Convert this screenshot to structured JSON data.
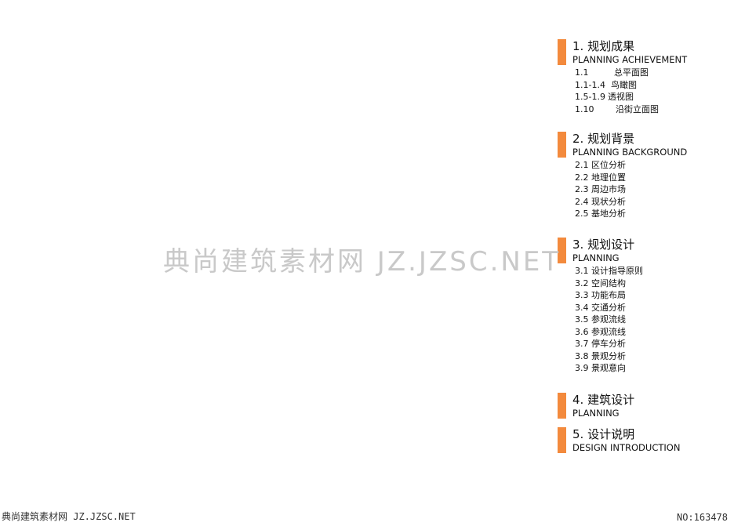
{
  "watermark": "典尚建筑素材网 JZ.JZSC.NET",
  "sections": [
    {
      "title": "1. 规划成果",
      "subtitle": "PLANNING ACHIEVEMENT",
      "items": [
        {
          "num": "1.1",
          "label": "总平面图"
        },
        {
          "num": "1.1-1.4",
          "label": "鸟瞰图"
        },
        {
          "num": "1.5-1.9",
          "label": "透视图"
        },
        {
          "num": "1.10",
          "label": "沿街立面图"
        }
      ]
    },
    {
      "title": "2. 规划背景",
      "subtitle": "PLANNING BACKGROUND",
      "items": [
        {
          "num": "2.1",
          "label": "区位分析"
        },
        {
          "num": "2.2",
          "label": "地理位置"
        },
        {
          "num": "2.3",
          "label": "周边市场"
        },
        {
          "num": "2.4",
          "label": "现状分析"
        },
        {
          "num": "2.5",
          "label": "基地分析"
        }
      ]
    },
    {
      "title": "3. 规划设计",
      "subtitle": "PLANNING",
      "items": [
        {
          "num": "3.1",
          "label": "设计指导原则"
        },
        {
          "num": "3.2",
          "label": "空间结构"
        },
        {
          "num": "3.3",
          "label": "功能布局"
        },
        {
          "num": "3.4",
          "label": "交通分析"
        },
        {
          "num": "3.5",
          "label": "参观流线"
        },
        {
          "num": "3.6",
          "label": "参观流线"
        },
        {
          "num": "3.7",
          "label": "停车分析"
        },
        {
          "num": "3.8",
          "label": "景观分析"
        },
        {
          "num": "3.9",
          "label": "景观意向"
        }
      ]
    },
    {
      "title": "4. 建筑设计",
      "subtitle": "PLANNING",
      "items": []
    },
    {
      "title": "5. 设计说明",
      "subtitle": "DESIGN INTRODUCTION",
      "items": []
    }
  ],
  "footer": {
    "left": "典尚建筑素材网 JZ.JZSC.NET",
    "right": "NO:163478"
  },
  "colors": {
    "accent_bar": "#f38a3d",
    "watermark": "#c9c9c9"
  }
}
